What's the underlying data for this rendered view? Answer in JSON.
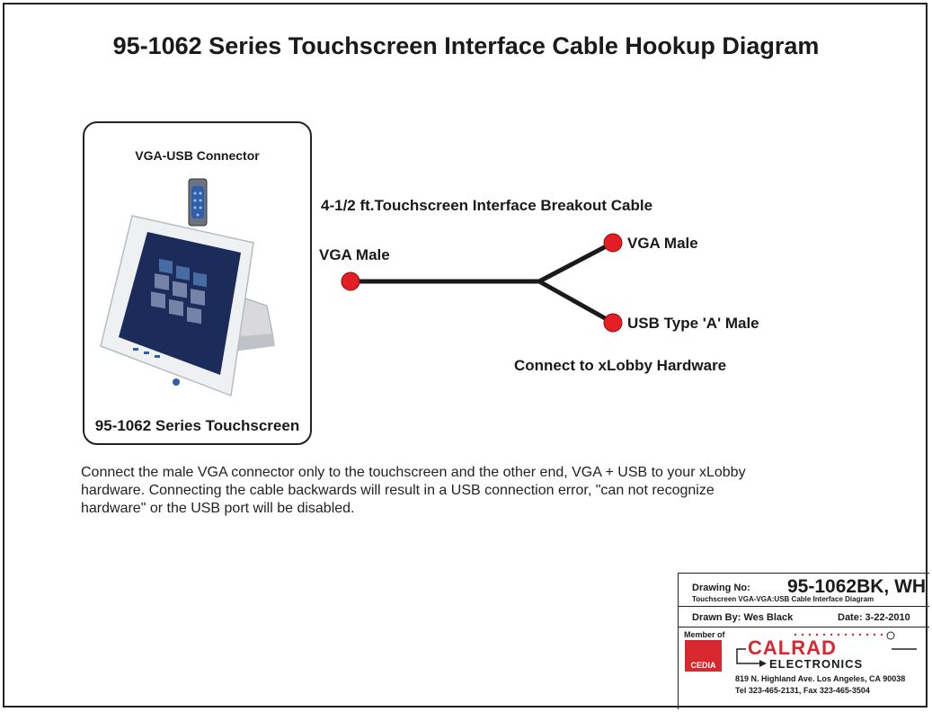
{
  "title": "95-1062 Series Touchscreen Interface Cable Hookup Diagram",
  "connector_label": "VGA-USB Connector",
  "touchscreen_label": "95-1062 Series Touchscreen",
  "cable_title": "4-1/2 ft.Touchscreen Interface Breakout Cable",
  "left_end_label": "VGA Male",
  "right_top_label": "VGA Male",
  "right_bottom_label": "USB Type 'A' Male",
  "connect_label": "Connect to xLobby Hardware",
  "instructions": "Connect the male VGA connector only to the touchscreen and the other end, VGA + USB to your xLobby hardware. Connecting the cable backwards will result in a USB connection error, \"can not recognize hardware\" or the USB port will be disabled.",
  "title_block": {
    "drawing_no_label": "Drawing No:",
    "drawing_no": "95-1062BK, WH",
    "description": "Touchscreen VGA-VGA:USB Cable Interface Diagram",
    "drawn_by": "Drawn By:  Wes Black",
    "date": "Date: 3-22-2010",
    "member_of": "Member of",
    "cedia": "CEDIA",
    "company": "CALRAD",
    "company_sub": "ELECTRONICS",
    "address": "819 N. Highland Ave. Los Angeles, CA 90038",
    "phone": "Tel 323-465-2131, Fax 323-465-3504"
  },
  "colors": {
    "node": "#e31e24",
    "cable": "#1a1a1a",
    "brand": "#d7282f"
  }
}
